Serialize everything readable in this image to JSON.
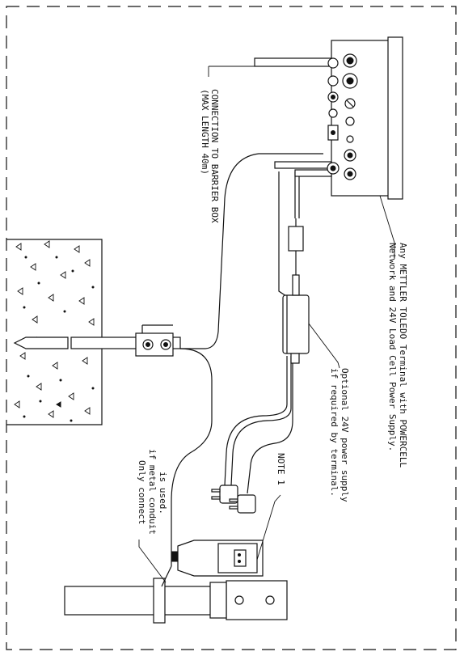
{
  "labels": {
    "connection_line1": "CONNECTION TO BARRIER BOX",
    "connection_line2": "(MAX LENGTH 40m)",
    "terminal_line1": "Any METTLER TOLEDO Terminal with POWERCELL",
    "terminal_line2": "Network and 24V Load Cell Power Supply.",
    "power_line1": "Optional 24V power supply",
    "power_line2": "if required by terminal.",
    "note": "NOTE 1",
    "conduit_line1": "Only connect",
    "conduit_line2": "if metal conduit",
    "conduit_line3": "is used."
  }
}
